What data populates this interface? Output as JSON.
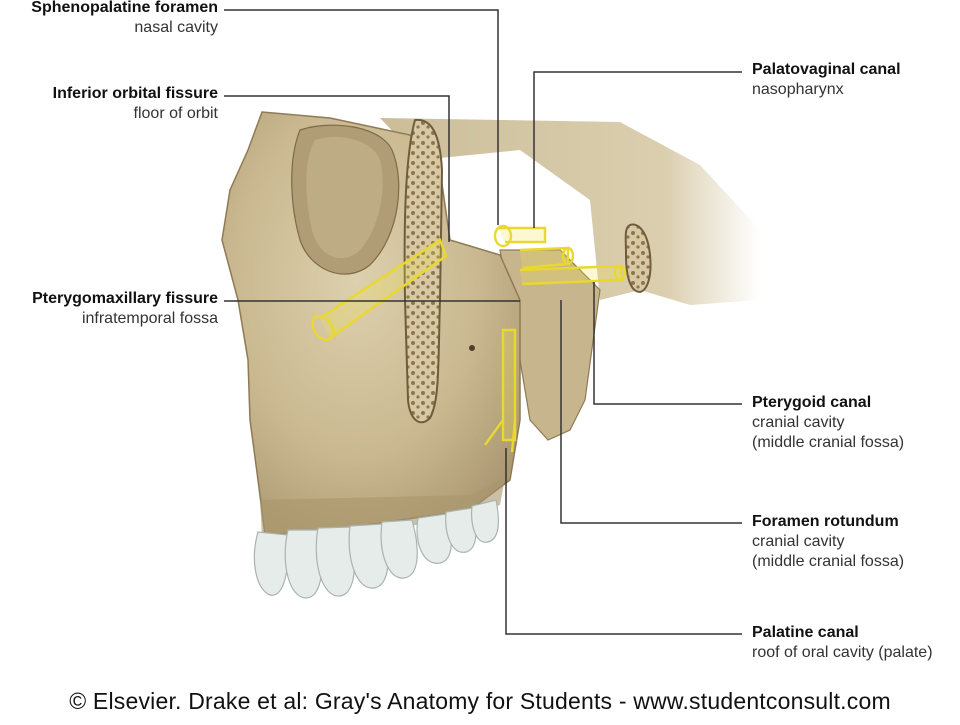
{
  "labels": {
    "sphenopalatine": {
      "title": "Sphenopalatine foramen",
      "sub": "nasal cavity"
    },
    "inferior_orbital": {
      "title": "Inferior orbital fissure",
      "sub": "floor of orbit"
    },
    "pterygomaxillary": {
      "title": "Pterygomaxillary fissure",
      "sub": "infratemporal fossa"
    },
    "palatovaginal": {
      "title": "Palatovaginal canal",
      "sub": "nasopharynx"
    },
    "pterygoid": {
      "title": "Pterygoid canal",
      "sub1": "cranial cavity",
      "sub2": "(middle cranial fossa)"
    },
    "rotundum": {
      "title": "Foramen rotundum",
      "sub1": "cranial cavity",
      "sub2": "(middle cranial fossa)"
    },
    "palatine": {
      "title": "Palatine canal",
      "sub": "roof of oral cavity (palate)"
    }
  },
  "copyright": "© Elsevier. Drake et al: Gray's Anatomy for Students - www.studentconsult.com",
  "colors": {
    "bone": "#cdbf9c",
    "bone_shadow": "#a8966d",
    "bone_dark": "#7d6a48",
    "canal": "#f0e44a",
    "teeth": "#e8eeec",
    "leader": "#333333"
  }
}
